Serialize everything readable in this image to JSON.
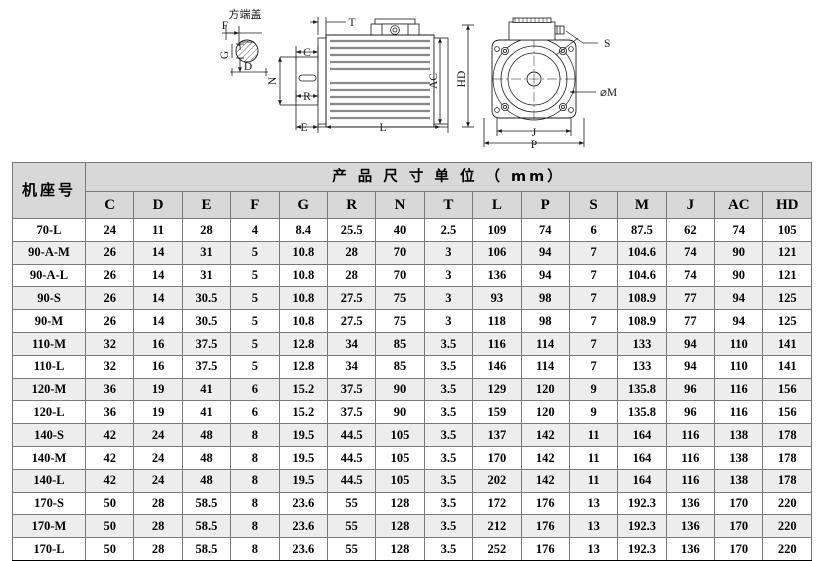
{
  "drawing": {
    "detail_title": "方端盖",
    "labels": {
      "F": "F",
      "G": "G",
      "D": "D",
      "T": "T",
      "C": "C",
      "N": "N",
      "R": "R",
      "E": "E",
      "L": "L",
      "AC": "AC",
      "HD": "HD",
      "S": "S",
      "M": "⌀M",
      "J": "J",
      "P": "P"
    }
  },
  "table": {
    "frame_header": "机座号",
    "title": "产 品 尺 寸     单 位 （ mm）",
    "columns": [
      "C",
      "D",
      "E",
      "F",
      "G",
      "R",
      "N",
      "T",
      "L",
      "P",
      "S",
      "M",
      "J",
      "AC",
      "HD"
    ],
    "rows": [
      {
        "name": "70-L",
        "values": [
          "24",
          "11",
          "28",
          "4",
          "8.4",
          "25.5",
          "40",
          "2.5",
          "109",
          "74",
          "6",
          "87.5",
          "62",
          "74",
          "105"
        ]
      },
      {
        "name": "90-A-M",
        "values": [
          "26",
          "14",
          "31",
          "5",
          "10.8",
          "28",
          "70",
          "3",
          "106",
          "94",
          "7",
          "104.6",
          "74",
          "90",
          "121"
        ]
      },
      {
        "name": "90-A-L",
        "values": [
          "26",
          "14",
          "31",
          "5",
          "10.8",
          "28",
          "70",
          "3",
          "136",
          "94",
          "7",
          "104.6",
          "74",
          "90",
          "121"
        ]
      },
      {
        "name": "90-S",
        "values": [
          "26",
          "14",
          "30.5",
          "5",
          "10.8",
          "27.5",
          "75",
          "3",
          "93",
          "98",
          "7",
          "108.9",
          "77",
          "94",
          "125"
        ]
      },
      {
        "name": "90-M",
        "values": [
          "26",
          "14",
          "30.5",
          "5",
          "10.8",
          "27.5",
          "75",
          "3",
          "118",
          "98",
          "7",
          "108.9",
          "77",
          "94",
          "125"
        ]
      },
      {
        "name": "110-M",
        "values": [
          "32",
          "16",
          "37.5",
          "5",
          "12.8",
          "34",
          "85",
          "3.5",
          "116",
          "114",
          "7",
          "133",
          "94",
          "110",
          "141"
        ]
      },
      {
        "name": "110-L",
        "values": [
          "32",
          "16",
          "37.5",
          "5",
          "12.8",
          "34",
          "85",
          "3.5",
          "146",
          "114",
          "7",
          "133",
          "94",
          "110",
          "141"
        ]
      },
      {
        "name": "120-M",
        "values": [
          "36",
          "19",
          "41",
          "6",
          "15.2",
          "37.5",
          "90",
          "3.5",
          "129",
          "120",
          "9",
          "135.8",
          "96",
          "116",
          "156"
        ]
      },
      {
        "name": "120-L",
        "values": [
          "36",
          "19",
          "41",
          "6",
          "15.2",
          "37.5",
          "90",
          "3.5",
          "159",
          "120",
          "9",
          "135.8",
          "96",
          "116",
          "156"
        ]
      },
      {
        "name": "140-S",
        "values": [
          "42",
          "24",
          "48",
          "8",
          "19.5",
          "44.5",
          "105",
          "3.5",
          "137",
          "142",
          "11",
          "164",
          "116",
          "138",
          "178"
        ]
      },
      {
        "name": "140-M",
        "values": [
          "42",
          "24",
          "48",
          "8",
          "19.5",
          "44.5",
          "105",
          "3.5",
          "170",
          "142",
          "11",
          "164",
          "116",
          "138",
          "178"
        ]
      },
      {
        "name": "140-L",
        "values": [
          "42",
          "24",
          "48",
          "8",
          "19.5",
          "44.5",
          "105",
          "3.5",
          "202",
          "142",
          "11",
          "164",
          "116",
          "138",
          "178"
        ]
      },
      {
        "name": "170-S",
        "values": [
          "50",
          "28",
          "58.5",
          "8",
          "23.6",
          "55",
          "128",
          "3.5",
          "172",
          "176",
          "13",
          "192.3",
          "136",
          "170",
          "220"
        ]
      },
      {
        "name": "170-M",
        "values": [
          "50",
          "28",
          "58.5",
          "8",
          "23.6",
          "55",
          "128",
          "3.5",
          "212",
          "176",
          "13",
          "192.3",
          "136",
          "170",
          "220"
        ]
      },
      {
        "name": "170-L",
        "values": [
          "50",
          "28",
          "58.5",
          "8",
          "23.6",
          "55",
          "128",
          "3.5",
          "252",
          "176",
          "13",
          "192.3",
          "136",
          "170",
          "220"
        ]
      }
    ]
  },
  "colors": {
    "header_bg": "#d8d8d8",
    "row_alt_bg": "#ededed",
    "border": "#7a7a7a",
    "outer_border": "#000000",
    "drawing_line": "#1a1a1a",
    "fin_gray": "#8a8a8a"
  }
}
